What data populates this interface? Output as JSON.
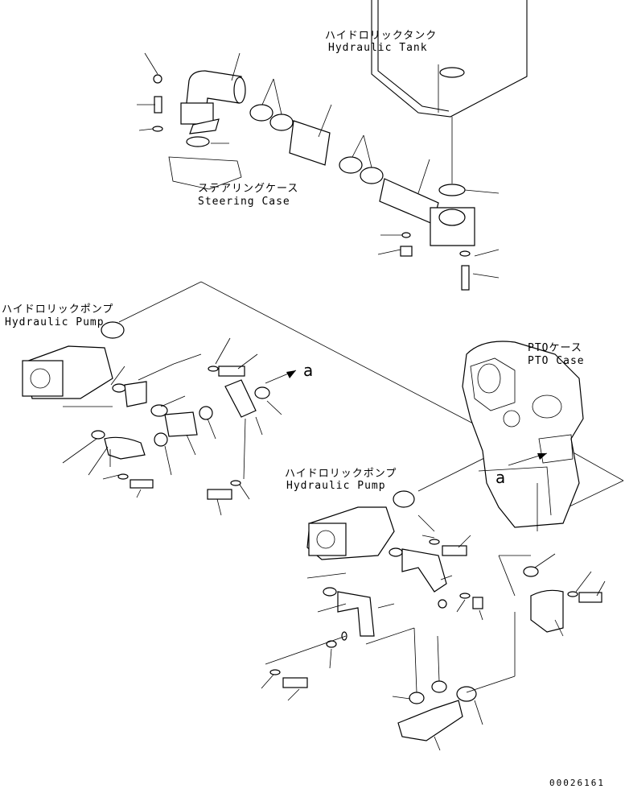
{
  "labels": {
    "hydraulic_tank_jp": "ハイドロリックタンク",
    "hydraulic_tank_en": "Hydraulic Tank",
    "steering_case_jp": "ステアリングケース",
    "steering_case_en": "Steering Case",
    "hydraulic_pump_1_jp": "ハイドロリックポンプ",
    "hydraulic_pump_1_en": "Hydraulic Pump",
    "pto_case_jp": "PTOケース",
    "pto_case_en": "PTO Case",
    "hydraulic_pump_2_jp": "ハイドロリックポンプ",
    "hydraulic_pump_2_en": "Hydraulic Pump"
  },
  "markers": {
    "a_top": "a",
    "a_pto": "a"
  },
  "figure_number": "00026161"
}
